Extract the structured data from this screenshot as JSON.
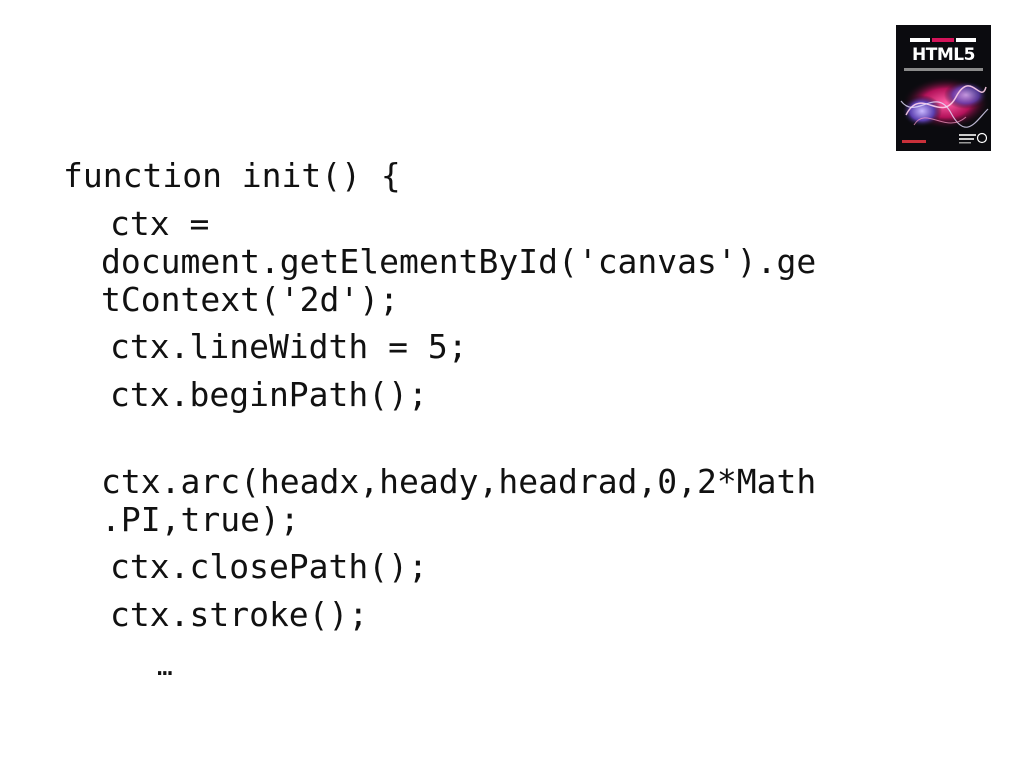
{
  "code": {
    "line1": "function init() {",
    "line2a": "ctx =",
    "line2b": "document.getElementById('canvas').ge",
    "line2c": "tContext('2d');",
    "line3": "ctx.lineWidth = 5;",
    "line4": "ctx.beginPath();",
    "line5a": "ctx.arc(headx,heady,headrad,0,2*Math",
    "line5b": ".PI,true);",
    "line6": "ctx.closePath();",
    "line7": "ctx.stroke();",
    "line8": "…"
  },
  "book": {
    "title": "HTML5",
    "cover_icon": "book-cover-image",
    "accent_color": "#d4145a"
  }
}
